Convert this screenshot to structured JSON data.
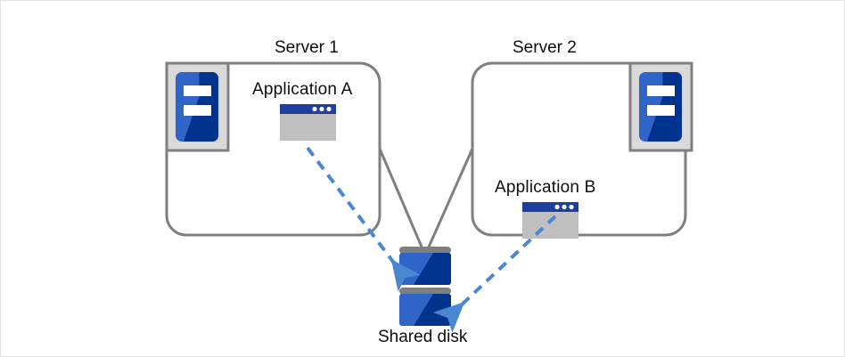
{
  "diagram": {
    "title": "Shared disk cluster diagram",
    "colors": {
      "box_border": "#7f7f7f",
      "icon_frame_fill": "#d9d9d9",
      "icon_frame_border": "#808080",
      "server_blue_light": "#2f64c8",
      "server_blue_dark": "#00338d",
      "app_titlebar": "#1f3f9e",
      "app_body": "#bfbfbf",
      "arrow_blue": "#4a87d0",
      "connector_gray": "#7f7f7f",
      "disk_band_gray": "#7f7f7f",
      "text": "#0d0d0d",
      "page_border": "#e3e3e3",
      "background": "#ffffff"
    },
    "nodes": {
      "server1": {
        "title": "Server 1",
        "icon_name": "server-icon",
        "app": {
          "label": "Application A",
          "icon_name": "application-window-icon"
        }
      },
      "server2": {
        "title": "Server 2",
        "icon_name": "server-icon",
        "app": {
          "label": "Application B",
          "icon_name": "application-window-icon"
        }
      },
      "storage": {
        "label": "Shared disk",
        "icon_name": "disk-stack-icon",
        "block_count": 2
      }
    },
    "connectors": [
      {
        "name": "server1-to-disk-link",
        "style": "solid",
        "color": "#7f7f7f",
        "arrow": false
      },
      {
        "name": "server2-to-disk-link",
        "style": "solid",
        "color": "#7f7f7f",
        "arrow": false
      },
      {
        "name": "application-a-to-disk-access",
        "style": "dashed",
        "color": "#4a87d0",
        "arrow": true
      },
      {
        "name": "application-b-to-disk-access",
        "style": "dashed",
        "color": "#4a87d0",
        "arrow": true
      }
    ]
  }
}
